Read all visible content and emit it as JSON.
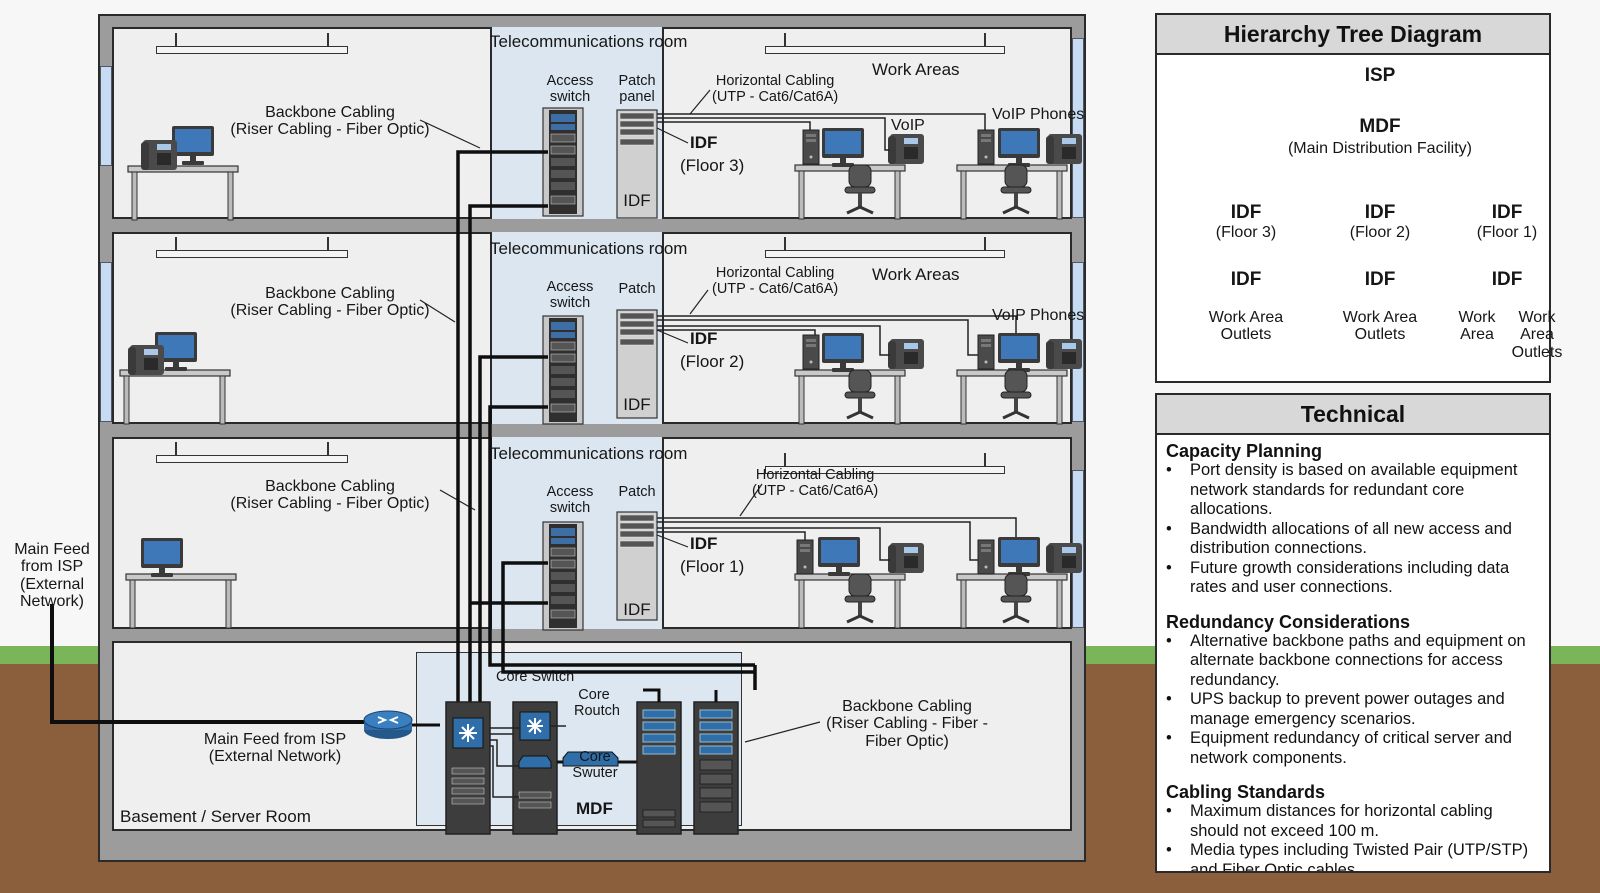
{
  "diagram": {
    "floors": [
      {
        "id": "floor-3",
        "telecom_room": {
          "title": "Telecommunications room",
          "access_switch": "Access switch",
          "patch_panel": "Patch panel",
          "idf_rack_label": "IDF"
        },
        "idf_label": "IDF",
        "idf_floor": "(Floor 3)",
        "horizontal_cabling": {
          "line1": "Horizontal Cabling",
          "line2": "(UTP - Cat6/Cat6A)"
        },
        "backbone": {
          "line1": "Backbone Cabling",
          "line2": "(Riser Cabling - Fiber Optic)"
        },
        "work_areas_label": "Work Areas",
        "voip_label": "VoIP",
        "voip_phones_label": "VoIP Phones"
      },
      {
        "id": "floor-2",
        "telecom_room": {
          "title": "Telecommunications room",
          "access_switch": "Access switch",
          "patch_panel": "Patch",
          "idf_rack_label": "IDF"
        },
        "idf_label": "IDF",
        "idf_floor": "(Floor 2)",
        "horizontal_cabling": {
          "line1": "Horizontal Cabling",
          "line2": "(UTP - Cat6/Cat6A)"
        },
        "backbone": {
          "line1": "Backbone Cabling",
          "line2": "(Riser Cabling - Fiber Optic)"
        },
        "work_areas_label": "Work Areas",
        "voip_phones_label": "VoIP Phones"
      },
      {
        "id": "floor-1",
        "telecom_room": {
          "title": "Telecommunications room",
          "access_switch": "Access switch",
          "patch_panel": "Patch",
          "idf_rack_label": "IDF"
        },
        "idf_label": "IDF",
        "idf_floor": "(Floor 1)",
        "horizontal_cabling": {
          "line1": "Horizontal Cabling",
          "line2": "(UTP - Cat6/Cat6A)"
        },
        "backbone": {
          "line1": "Backbone Cabling",
          "line2": "(Riser Cabling - Fiber Optic)"
        }
      }
    ],
    "basement": {
      "room_label": "Basement / Server Room",
      "main_feed_inside": {
        "line1": "Main Feed from ISP",
        "line2": "(External Network)"
      },
      "core_switch_label": "Core Switch",
      "core_routch": {
        "line1": "Core",
        "line2": "Routch"
      },
      "core_swuter": {
        "line1": "Core",
        "line2": "Swuter"
      },
      "mdf_label": "MDF",
      "backbone": {
        "line1": "Backbone Cabling",
        "line2": "(Riser Cabling - Fiber -",
        "line3": "Fiber Optic)"
      }
    },
    "main_feed_outside": {
      "line1": "Main Feed",
      "line2": "from ISP",
      "line3": "(External",
      "line4": "Network)"
    }
  },
  "hierarchy": {
    "title": "Hierarchy Tree Diagram",
    "root": "ISP",
    "mdf": {
      "label": "MDF",
      "sub": "(Main Distribution Facility)"
    },
    "branches": [
      {
        "idf": "IDF",
        "floor": "(Floor 3)",
        "child": "IDF",
        "leaves": [
          "Work Area Outlets"
        ]
      },
      {
        "idf": "IDF",
        "floor": "(Floor 2)",
        "child": "IDF",
        "leaves": [
          "Work Area Outlets"
        ]
      },
      {
        "idf": "IDF",
        "floor": "(Floor 1)",
        "child": "IDF",
        "leaves": [
          "Work Area",
          "Work Area Outlets"
        ]
      }
    ]
  },
  "technical": {
    "title": "Technical",
    "sections": [
      {
        "heading": "Capacity Planning",
        "bullets": [
          "Port density is based on available equipment network standards for redundant core allocations.",
          "Bandwidth allocations of all new access and distribution connections.",
          "Future growth considerations including data rates and user connections."
        ]
      },
      {
        "heading": "Redundancy Considerations",
        "bullets": [
          "Alternative backbone paths and equipment on alternate backbone connections for access redundancy.",
          "UPS backup to prevent power outages and manage emergency scenarios.",
          "Equipment redundancy of critical server and network components."
        ]
      },
      {
        "heading": "Cabling Standards",
        "bullets": [
          "Maximum distances for horizontal cabling should not exceed 100 m.",
          "Media types including Twisted Pair (UTP/STP) and Fiber Optic cables."
        ]
      }
    ]
  },
  "colors": {
    "grass": "#7ab55a",
    "soil": "#8b5e3c",
    "wall": "#9c9c9c",
    "telecom_room": "#dbe6f1",
    "screen_blue": "#3f78b8",
    "router_blue": "#2f6ea8"
  }
}
